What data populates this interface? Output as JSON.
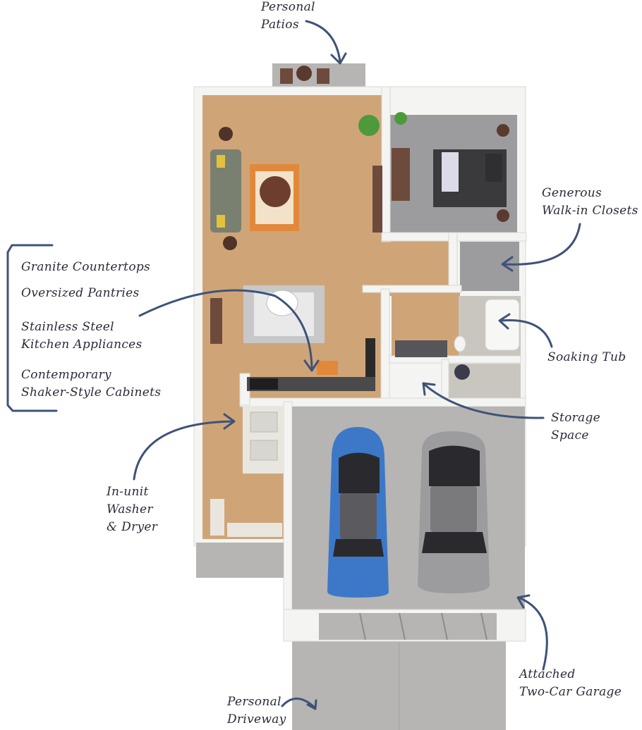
{
  "callouts": {
    "personal_patios": "Personal\nPatios",
    "walk_in_closets": "Generous\nWalk-in Closets",
    "granite_countertops": "Granite Countertops",
    "oversized_pantries": "Oversized Pantries",
    "stainless_steel": "Stainless Steel\nKitchen Appliances",
    "shaker_cabinets": "Contemporary\nShaker-Style Cabinets",
    "soaking_tub": "Soaking Tub",
    "storage_space": "Storage Space",
    "washer_dryer": "In-unit\nWasher\n& Dryer",
    "two_car_garage": "Attached\nTwo-Car Garage",
    "personal_driveway": "Personal\nDriveway"
  },
  "colors": {
    "arrow": "#3f5378",
    "car_left": "#3d78c8",
    "car_right": "#9c9c9e",
    "wood_floor": "#cfa577",
    "carpet": "#9c9c9e",
    "garage_floor": "#b6b5b3"
  }
}
